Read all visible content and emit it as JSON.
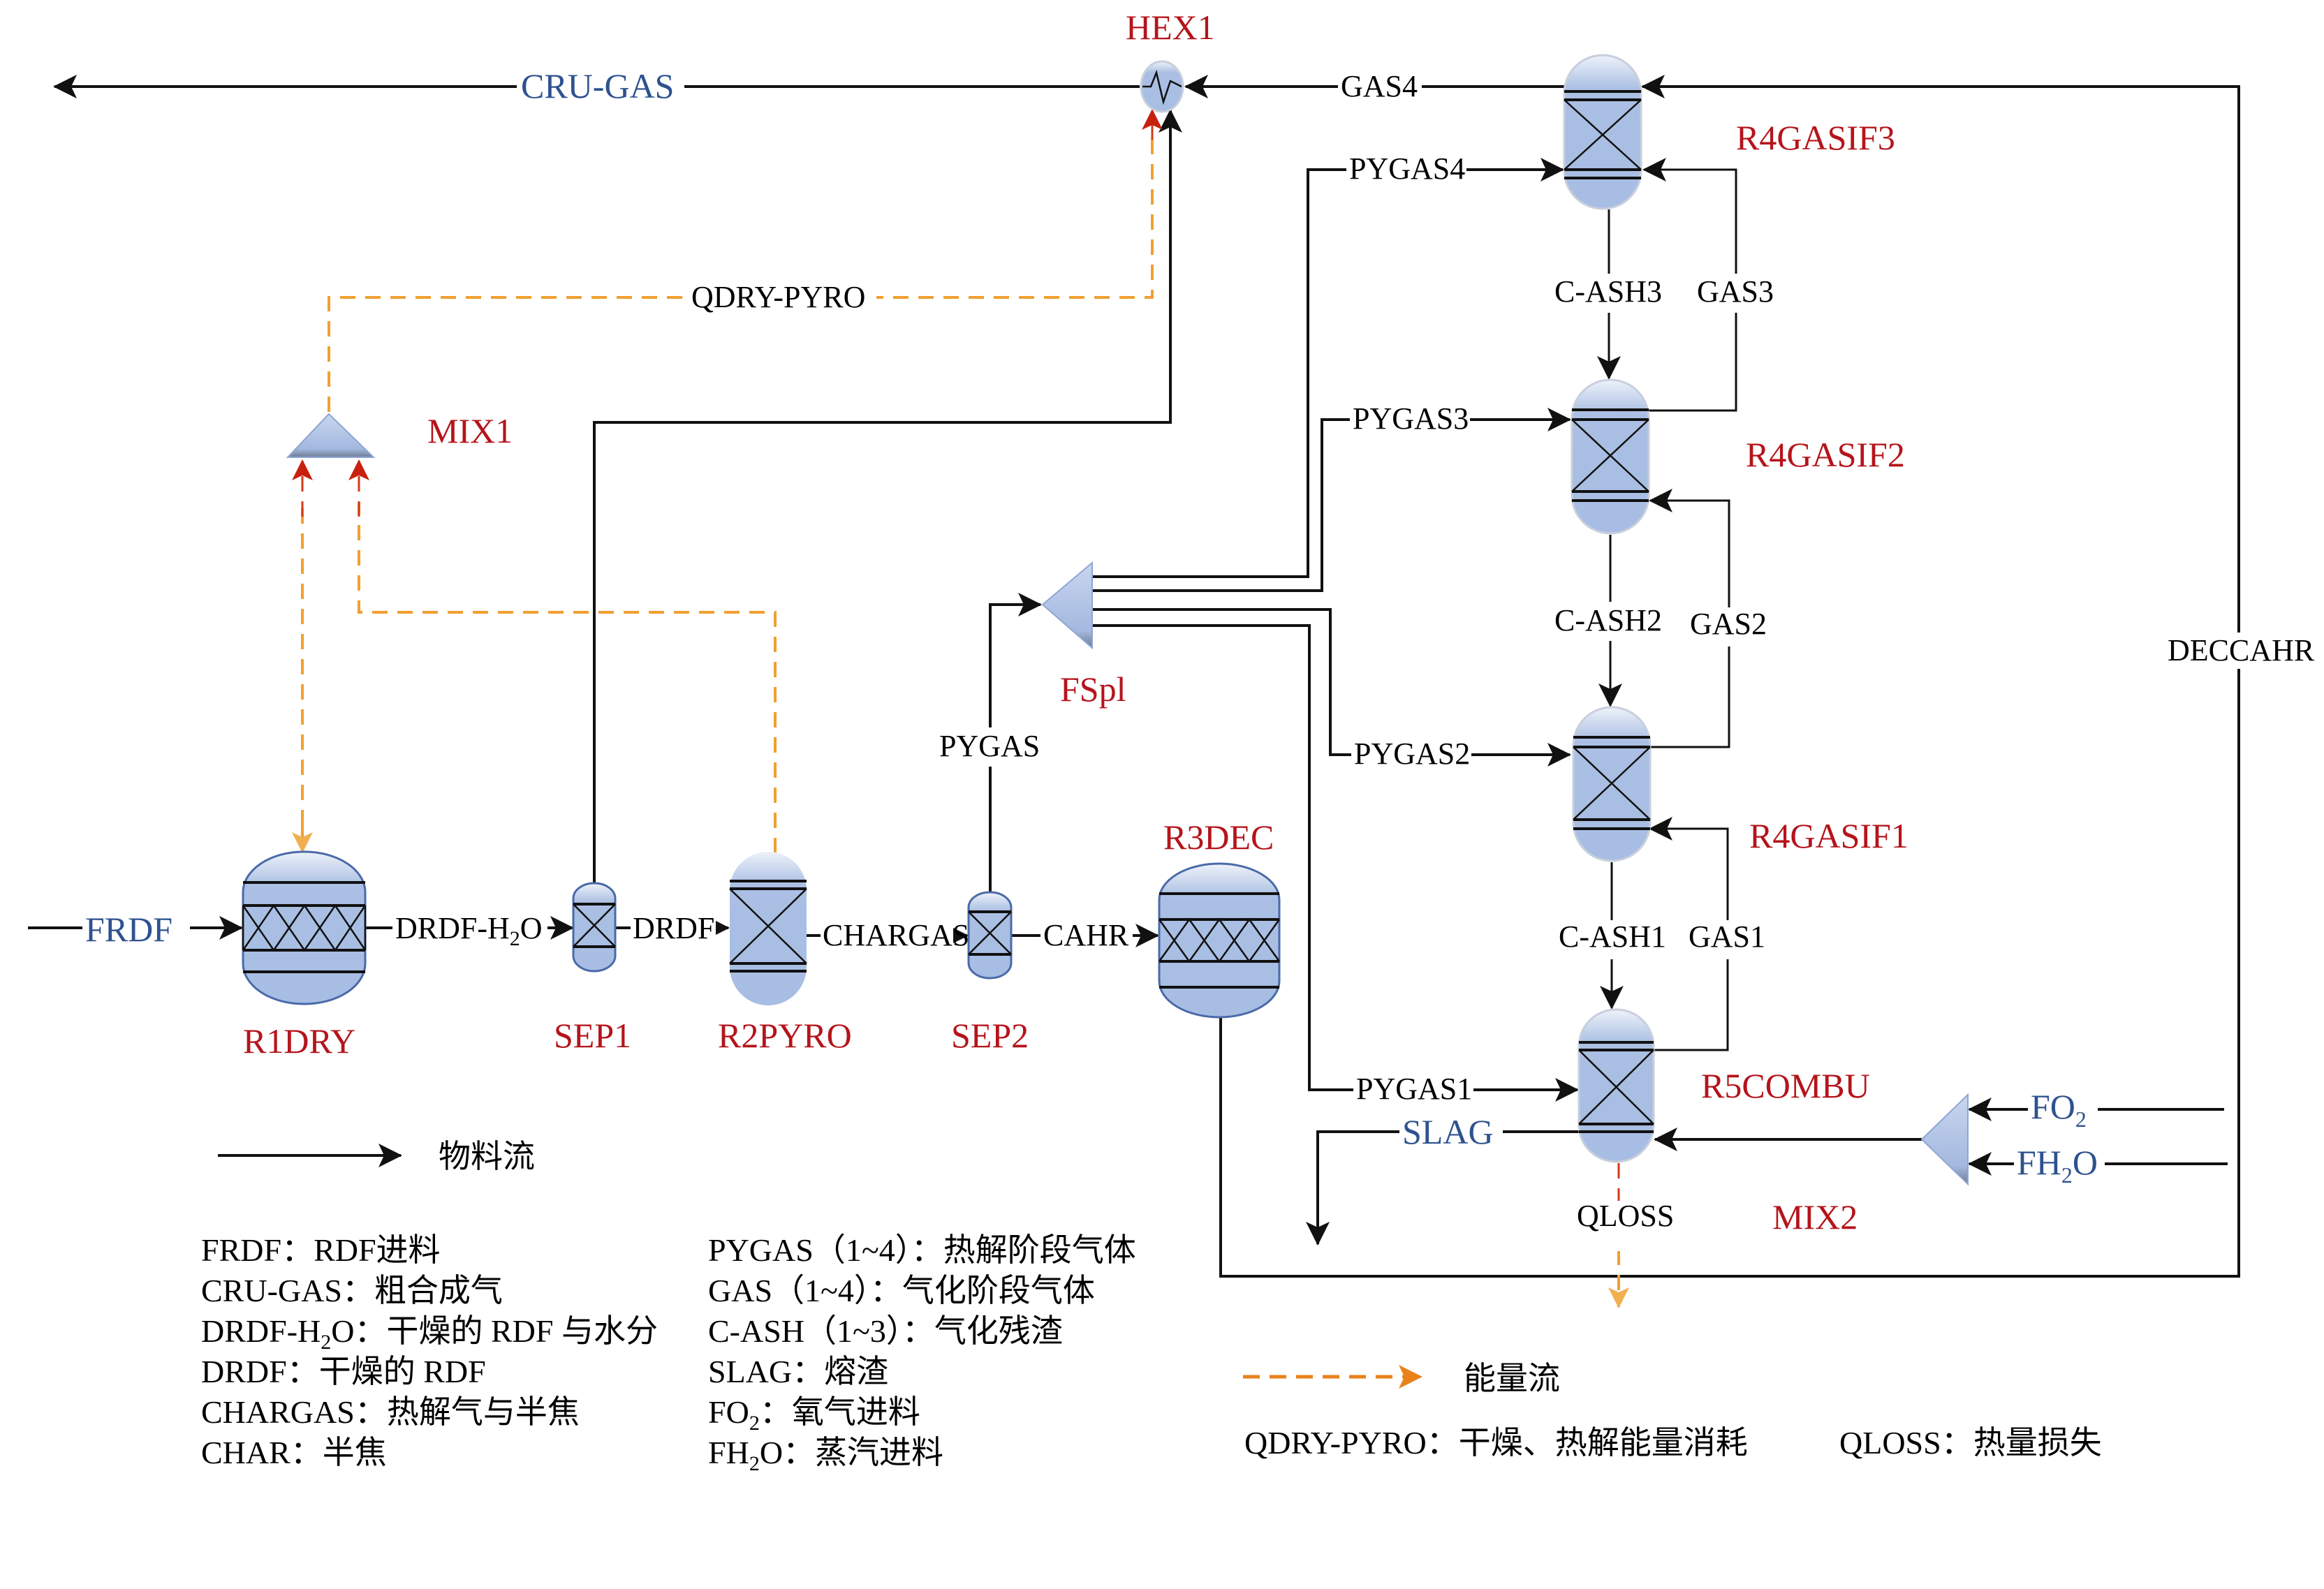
{
  "colors": {
    "unit_label": "#b5141b",
    "feed_label": "#2e528f",
    "stream": "#111111",
    "energy": "#f0a030",
    "vessel_fill": "#aabfe3"
  },
  "units": {
    "hex1": "HEX1",
    "r4gasif3": "R4GASIF3",
    "r4gasif2": "R4GASIF2",
    "r4gasif1": "R4GASIF1",
    "r5combu": "R5COMBU",
    "mix1": "MIX1",
    "mix2": "MIX2",
    "fspl": "FSpl",
    "r3dec": "R3DEC",
    "r1dry": "R1DRY",
    "sep1": "SEP1",
    "r2pyro": "R2PYRO",
    "sep2": "SEP2"
  },
  "streams": {
    "cru_gas": "CRU-GAS",
    "gas4": "GAS4",
    "qdry_pyro": "QDRY-PYRO",
    "pygas4": "PYGAS4",
    "pygas3": "PYGAS3",
    "pygas2": "PYGAS2",
    "pygas1": "PYGAS1",
    "pygas": "PYGAS",
    "c_ash3": "C-ASH3",
    "c_ash2": "C-ASH2",
    "c_ash1": "C-ASH1",
    "gas3": "GAS3",
    "gas2": "GAS2",
    "gas1": "GAS1",
    "deccahr": "DECCAHR",
    "frdf": "FRDF",
    "drdf_h2o": "DRDF-H",
    "drdf_h2o_sub": "2",
    "drdf_h2o_end": "O",
    "drdf": "DRDF",
    "chargas": "CHARGAS",
    "cahr": "CAHR",
    "slag": "SLAG",
    "qloss": "QLOSS",
    "fo2": "FO",
    "fo2_sub": "2",
    "fh2o": "FH",
    "fh2o_sub": "2",
    "fh2o_end": "O"
  },
  "legend": {
    "material_flow": "物料流",
    "energy_flow": "能量流",
    "left_column": [
      {
        "pre": "FRDF：RDF进料"
      },
      {
        "pre": "CRU-GAS：粗合成气"
      },
      {
        "pre": "DRDF-H",
        "sub": "2",
        "post": "O：干燥的 RDF 与水分"
      },
      {
        "pre": "DRDF：干燥的 RDF"
      },
      {
        "pre": "CHARGAS：热解气与半焦"
      },
      {
        "pre": "CHAR：半焦"
      }
    ],
    "right_column": [
      {
        "pre": "PYGAS（1~4）：热解阶段气体"
      },
      {
        "pre": "GAS（1~4）：气化阶段气体"
      },
      {
        "pre": "C-ASH（1~3）：气化残渣"
      },
      {
        "pre": "SLAG：熔渣"
      },
      {
        "pre": "FO",
        "sub": "2",
        "post": "：氧气进料"
      },
      {
        "pre": "FH",
        "sub": "2",
        "post": "O：蒸汽进料"
      }
    ],
    "energy_notes": [
      "QDRY-PYRO：干燥、热解能量消耗",
      "QLOSS：热量损失"
    ]
  }
}
